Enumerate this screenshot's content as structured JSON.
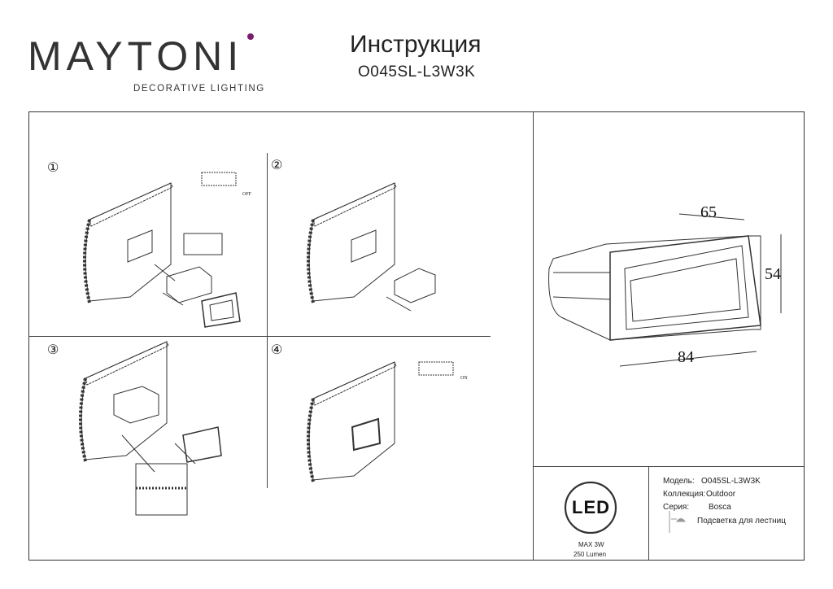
{
  "header": {
    "brand": "MAYTONI",
    "brand_tagline": "DECORATIVE LIGHTING",
    "title": "Инструкция",
    "model_code": "O045SL-L3W3K",
    "brand_accent_color": "#7a1d6e"
  },
  "steps": [
    {
      "number": "①",
      "switch_label": "OFF"
    },
    {
      "number": "②"
    },
    {
      "number": "③"
    },
    {
      "number": "④",
      "switch_label": "ON"
    }
  ],
  "dimensions": {
    "width": "65",
    "height": "54",
    "length": "84"
  },
  "specs": {
    "led_badge": "LED",
    "max_power": "MAX 3W",
    "lumen": "250 Lumen",
    "model_label": "Модель:",
    "model_value": "O045SL-L3W3K",
    "collection_label": "Коллекция:",
    "collection_value": "Outdoor",
    "series_label": "Серия:",
    "series_value": "Bosca",
    "usage": "Подсветка для лестниц"
  }
}
